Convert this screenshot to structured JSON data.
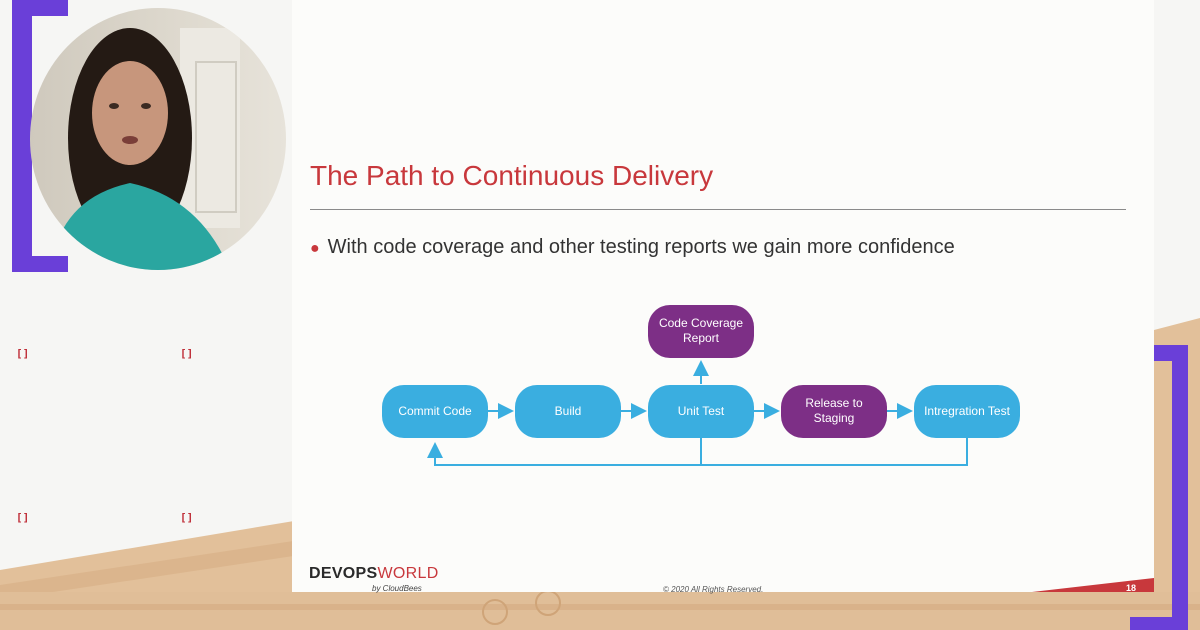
{
  "slide": {
    "title": "The Path to Continuous Delivery",
    "bullet": "With code coverage and other testing reports we gain more confidence",
    "footer": {
      "logo_primary": "DEVOPS",
      "logo_secondary": "WORLD",
      "logo_sub": "by CloudBees",
      "copyright": "© 2020 All Rights Reserved.",
      "page_number": "18"
    }
  },
  "flow": {
    "nodes": {
      "commit": "Commit Code",
      "build": "Build",
      "unit_test": "Unit Test",
      "coverage_line1": "Code Coverage",
      "coverage_line2": "Report",
      "release_line1": "Release to",
      "release_line2": "Staging",
      "integration": "Intregration Test"
    }
  },
  "markers": [
    "[]",
    "[]",
    "[]",
    "[]",
    "[]",
    "[]",
    "[]",
    "[]"
  ],
  "colors": {
    "accent_red": "#c8383c",
    "node_blue": "#3aaee0",
    "node_purple": "#7d2f86",
    "brand_purple": "#6a3fd8"
  }
}
